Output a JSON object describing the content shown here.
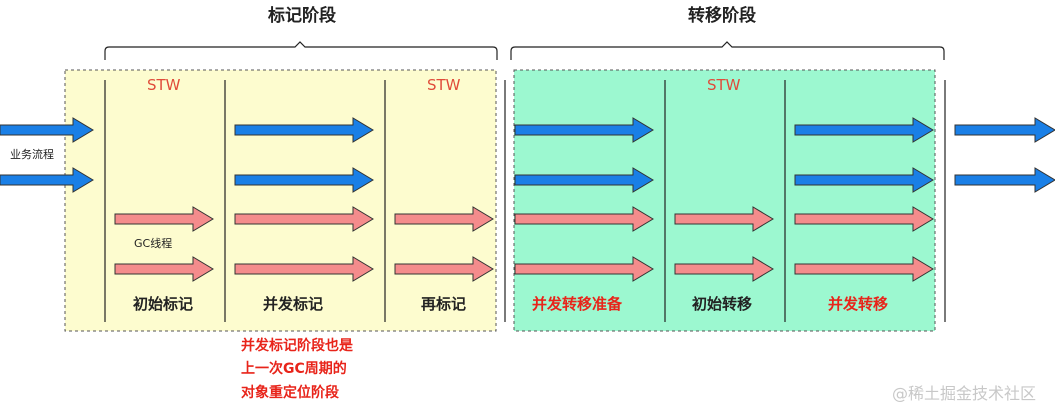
{
  "phases": {
    "marking": {
      "title": "标记阶段"
    },
    "transfer": {
      "title": "转移阶段"
    }
  },
  "stw_labels": [
    "STW",
    "STW",
    "STW"
  ],
  "stage_labels": {
    "initial_mark": "初始标记",
    "concurrent_mark": "并发标记",
    "remark": "再标记",
    "concurrent_transfer_prep": "并发转移准备",
    "initial_transfer": "初始转移",
    "concurrent_transfer": "并发转移"
  },
  "flow_labels": {
    "business": "业务流程",
    "gc": "GC线程"
  },
  "note_lines": [
    "并发标记阶段也是",
    "上一次GC周期的",
    "对象重定位阶段"
  ],
  "watermark": "@稀土掘金技术社区",
  "colors": {
    "mark_bg": "#fdfccf",
    "transfer_bg": "#9cf8d0",
    "business_arrow": "#1a7fe6",
    "gc_arrow": "#f48c8c",
    "stw_text": "#e04b3a",
    "highlight_text": "#e8241a"
  }
}
